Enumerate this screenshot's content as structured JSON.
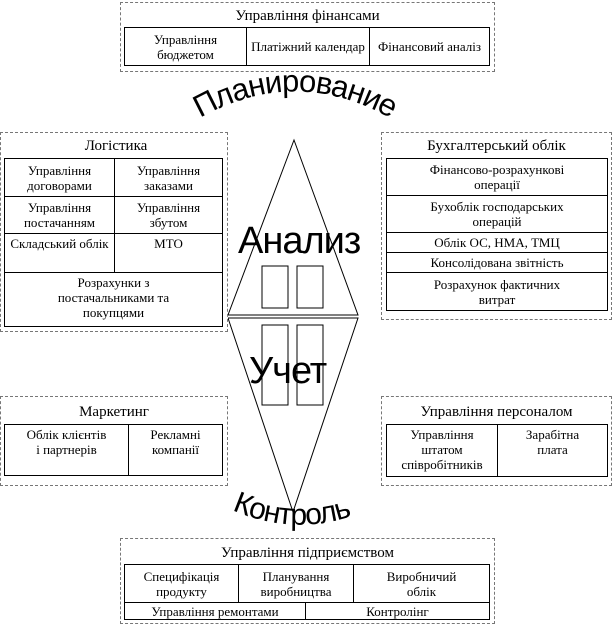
{
  "center": {
    "plan": "Планирование",
    "analysis": "Анализ",
    "account": "Учет",
    "control": "Контроль"
  },
  "finance": {
    "title": "Управління фінансами",
    "items": [
      "Управління бюджетом",
      "Платіжний календар",
      "Фінансовий аналіз"
    ]
  },
  "logistics": {
    "title": "Логістика",
    "items": [
      "Управління договорами",
      "Управління заказами",
      "Управління постачанням",
      "Управління збутом",
      "Складський облік",
      "МТО",
      "Розрахунки з постачальниками та покупцями"
    ]
  },
  "accounting": {
    "title": "Бухгалтерський облік",
    "items": [
      "Фінансово-розрахункові операції",
      "Бухоблік господарських операцій",
      "Облік ОС, НМА, ТМЦ",
      "Консолідована звітність",
      "Розрахунок фактичних витрат"
    ]
  },
  "marketing": {
    "title": "Маркетинг",
    "items": [
      "Облік клієнтів і партнерів",
      "Рекламні компанії"
    ]
  },
  "personnel": {
    "title": "Управління  персоналом",
    "items": [
      "Управління штатом співробітників",
      "Зарабітна плата"
    ]
  },
  "enterprise": {
    "title": "Управління підприємством",
    "items": [
      "Специфікація продукту",
      "Планування виробництва",
      "Виробничий облік",
      "Управління ремонтами",
      "Контролінг"
    ]
  }
}
